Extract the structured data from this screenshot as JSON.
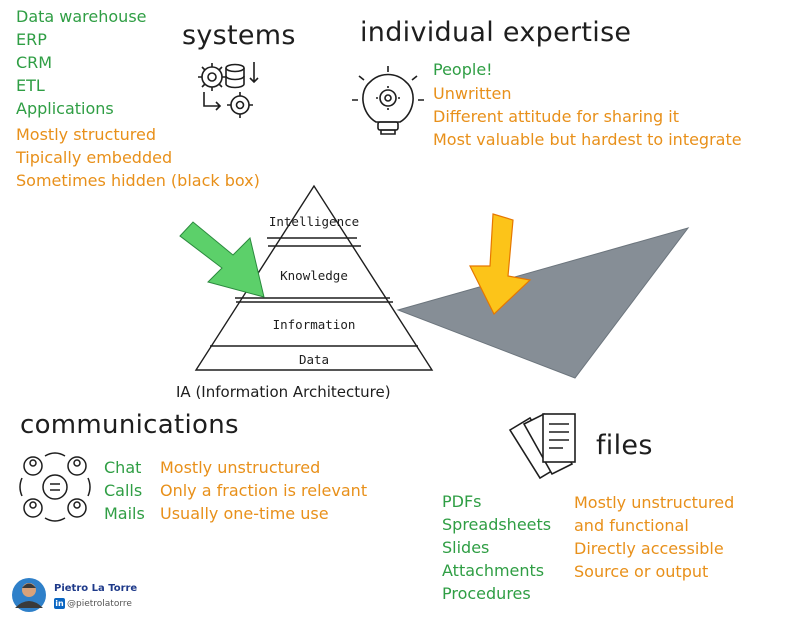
{
  "systems": {
    "heading": "systems",
    "items": [
      "Data warehouse",
      "ERP",
      "CRM",
      "ETL",
      "Applications"
    ],
    "traits": [
      "Mostly structured",
      "Tipically embedded",
      "Sometimes hidden (black box)"
    ]
  },
  "expertise": {
    "heading": "individual expertise",
    "items": [
      "People!"
    ],
    "traits": [
      "Unwritten",
      "Different attitude for sharing it",
      "Most valuable but hardest to integrate"
    ]
  },
  "pyramid": {
    "levels": [
      "Intelligence",
      "Knowledge",
      "Information",
      "Data"
    ],
    "caption": "IA (Information Architecture)"
  },
  "communications": {
    "heading": "communications",
    "items": [
      "Chat",
      "Calls",
      "Mails"
    ],
    "traits": [
      "Mostly unstructured",
      "Only a fraction is relevant",
      "Usually one-time use"
    ]
  },
  "files": {
    "heading": "files",
    "items": [
      "PDFs",
      "Spreadsheets",
      "Slides",
      "Attachments",
      "Procedures"
    ],
    "traits": [
      "Mostly unstructured",
      "and functional",
      "Directly accessible",
      "Source or output"
    ]
  },
  "author": {
    "name": "Pietro La Torre",
    "handle": "@pietrolatorre",
    "badge": "in"
  },
  "icons": [
    "gears-database-icon",
    "lightbulb-brain-icon",
    "people-chat-icon",
    "documents-icon",
    "avatar"
  ],
  "colors": {
    "green_text": "#2f9e44",
    "orange_text": "#e8901a",
    "green_arrow": "#5cd06a",
    "yellow_arrow": "#fcc419",
    "gray_shape": "#868e96",
    "ink": "#1e1e1e"
  }
}
